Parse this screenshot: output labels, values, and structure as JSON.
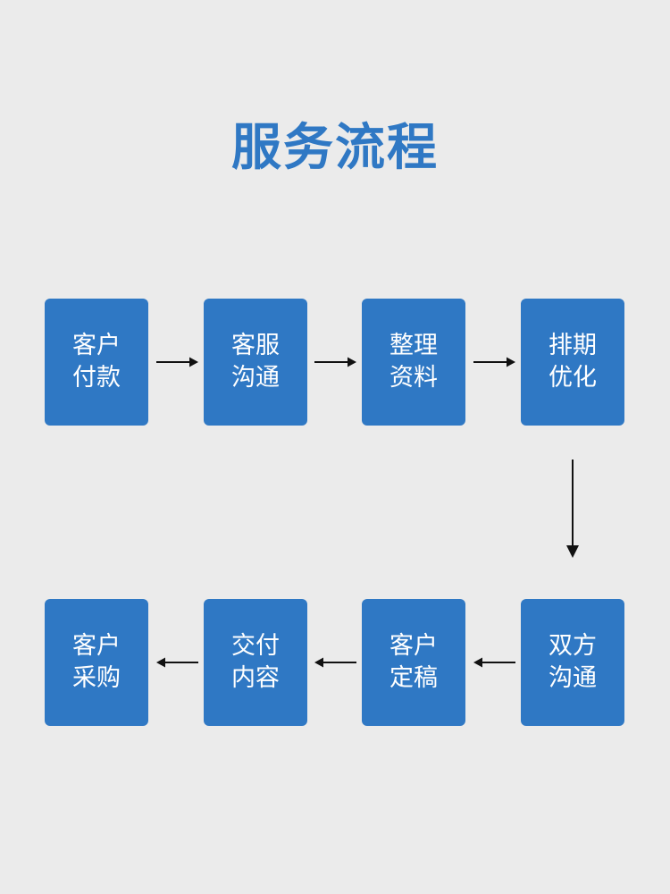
{
  "title": "服务流程",
  "accent_color": "#2f78c4",
  "background_color": "#ebebeb",
  "steps": [
    {
      "line1": "客户",
      "line2": "付款"
    },
    {
      "line1": "客服",
      "line2": "沟通"
    },
    {
      "line1": "整理",
      "line2": "资料"
    },
    {
      "line1": "排期",
      "line2": "优化"
    },
    {
      "line1": "双方",
      "line2": "沟通"
    },
    {
      "line1": "客户",
      "line2": "定稿"
    },
    {
      "line1": "交付",
      "line2": "内容"
    },
    {
      "line1": "客户",
      "line2": "采购"
    }
  ]
}
